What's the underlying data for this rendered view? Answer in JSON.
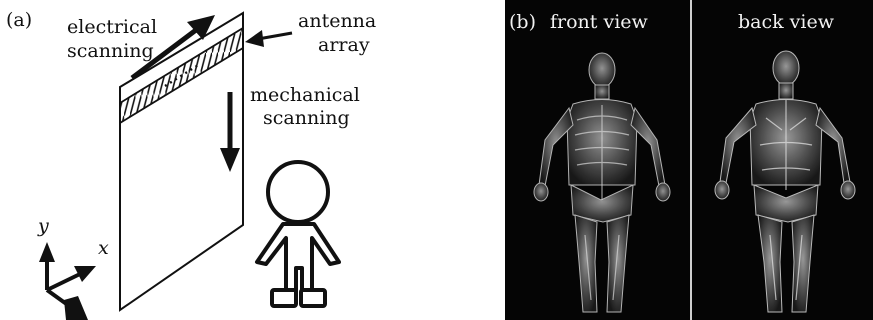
{
  "panel_a": {
    "tag": "(a)",
    "electrical_line1": "electrical",
    "electrical_line2": "scanning",
    "antenna_line1": "antenna",
    "antenna_line2": "array",
    "mechanical_line1": "mechanical",
    "mechanical_line2": "scanning",
    "axis_y": "y",
    "axis_x": "x"
  },
  "panel_b": {
    "tag": "(b)",
    "front_label": "front view",
    "back_label": "back view"
  }
}
